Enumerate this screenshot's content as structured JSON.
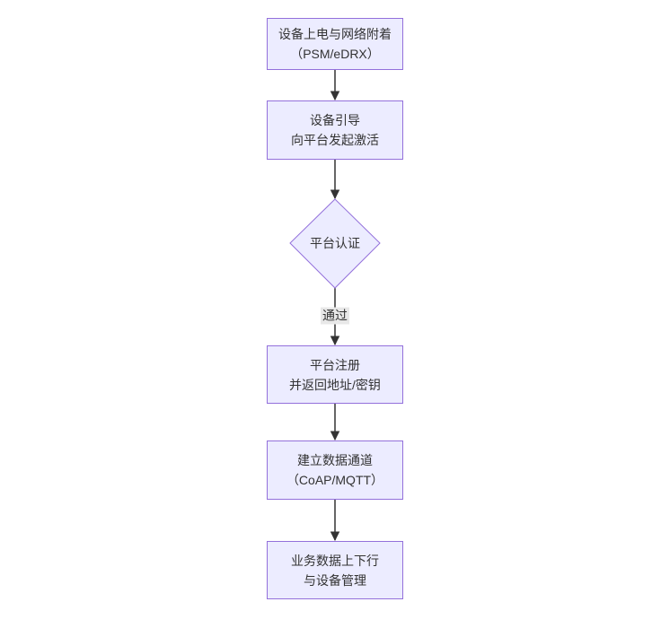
{
  "canvas": {
    "background": "#ffffff"
  },
  "diagram": {
    "type": "flowchart",
    "direction": "top-down",
    "theme": {
      "node_fill": "#ECECFF",
      "node_border": "#9370DB",
      "text_color": "#333333",
      "edge_color": "#333333",
      "edge_label_bg": "#e8e8e8"
    },
    "nodes": [
      {
        "id": "A",
        "shape": "rect",
        "lines": [
          "设备上电与网络附着",
          "（PSM/eDRX）"
        ]
      },
      {
        "id": "B",
        "shape": "rect",
        "lines": [
          "设备引导",
          "向平台发起激活"
        ]
      },
      {
        "id": "C",
        "shape": "diamond",
        "lines": [
          "平台认证"
        ]
      },
      {
        "id": "D",
        "shape": "rect",
        "lines": [
          "平台注册",
          "并返回地址/密钥"
        ]
      },
      {
        "id": "E",
        "shape": "rect",
        "lines": [
          "建立数据通道",
          "（CoAP/MQTT）"
        ]
      },
      {
        "id": "F",
        "shape": "rect",
        "lines": [
          "业务数据上下行",
          "与设备管理"
        ]
      }
    ],
    "edges": [
      {
        "from": "A",
        "to": "B",
        "label": ""
      },
      {
        "from": "B",
        "to": "C",
        "label": ""
      },
      {
        "from": "C",
        "to": "D",
        "label": "通过"
      },
      {
        "from": "D",
        "to": "E",
        "label": ""
      },
      {
        "from": "E",
        "to": "F",
        "label": ""
      }
    ]
  }
}
